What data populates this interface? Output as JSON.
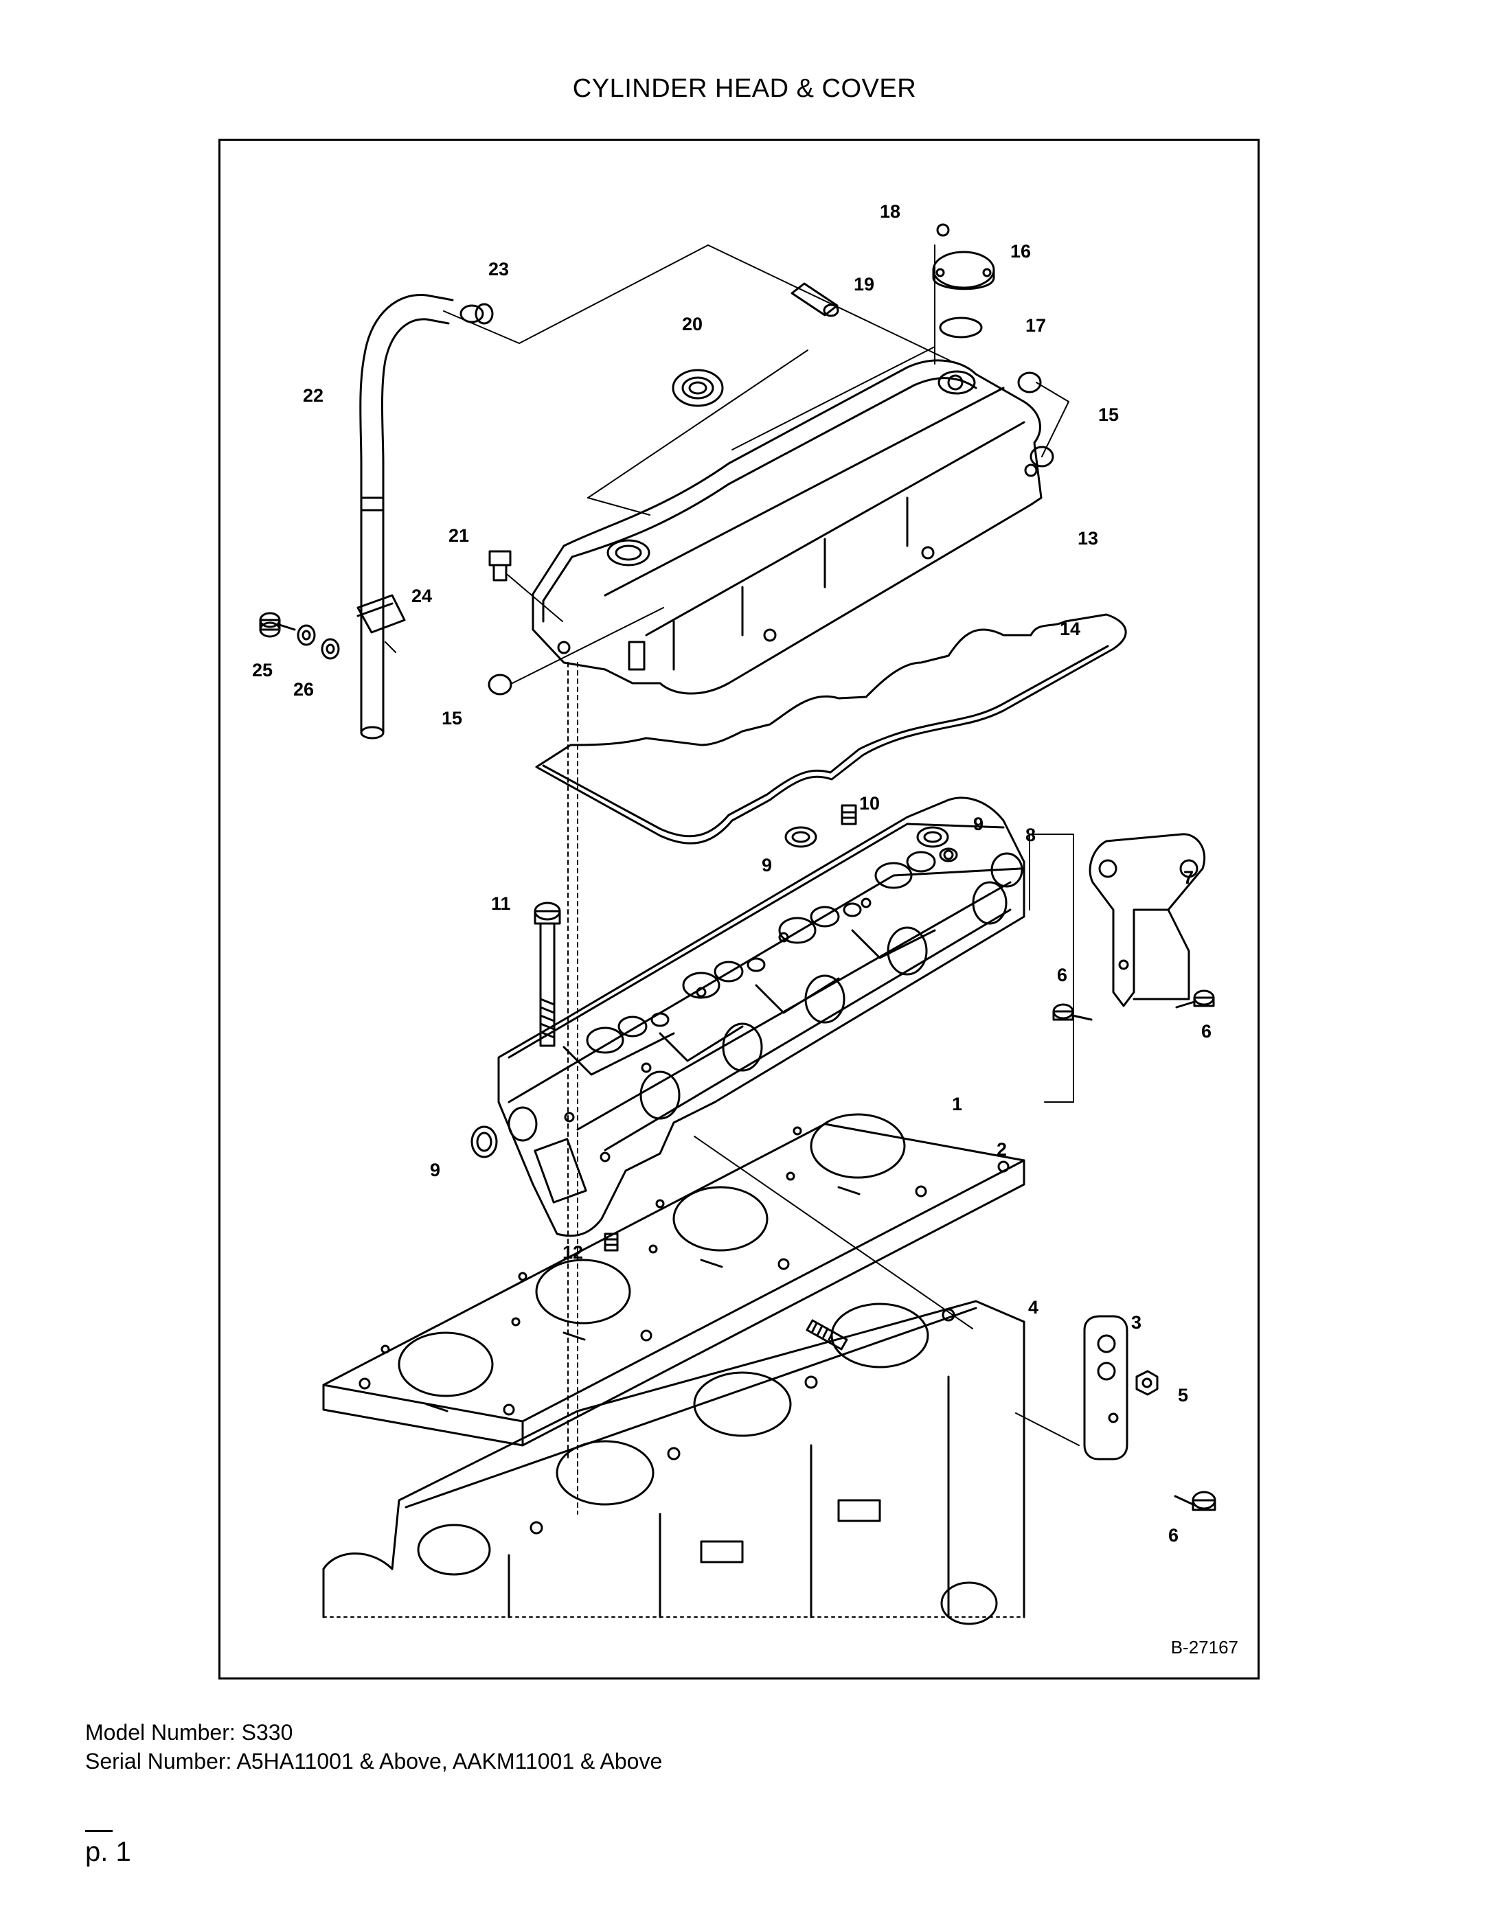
{
  "title": "CYLINDER HEAD & COVER",
  "diagram": {
    "drawing_number": "B-27167",
    "callouts": [
      {
        "id": "c1",
        "label": "1"
      },
      {
        "id": "c2",
        "label": "2"
      },
      {
        "id": "c3",
        "label": "3"
      },
      {
        "id": "c4",
        "label": "4"
      },
      {
        "id": "c5",
        "label": "5"
      },
      {
        "id": "c6a",
        "label": "6"
      },
      {
        "id": "c6b",
        "label": "6"
      },
      {
        "id": "c6c",
        "label": "6"
      },
      {
        "id": "c7",
        "label": "7"
      },
      {
        "id": "c8",
        "label": "8"
      },
      {
        "id": "c9a",
        "label": "9"
      },
      {
        "id": "c9b",
        "label": "9"
      },
      {
        "id": "c9c",
        "label": "9"
      },
      {
        "id": "c10",
        "label": "10"
      },
      {
        "id": "c11",
        "label": "11"
      },
      {
        "id": "c12",
        "label": "12"
      },
      {
        "id": "c13",
        "label": "13"
      },
      {
        "id": "c14",
        "label": "14"
      },
      {
        "id": "c15a",
        "label": "15"
      },
      {
        "id": "c15b",
        "label": "15"
      },
      {
        "id": "c16",
        "label": "16"
      },
      {
        "id": "c17",
        "label": "17"
      },
      {
        "id": "c18",
        "label": "18"
      },
      {
        "id": "c19",
        "label": "19"
      },
      {
        "id": "c20",
        "label": "20"
      },
      {
        "id": "c21",
        "label": "21"
      },
      {
        "id": "c22",
        "label": "22"
      },
      {
        "id": "c23",
        "label": "23"
      },
      {
        "id": "c24",
        "label": "24"
      },
      {
        "id": "c25",
        "label": "25"
      },
      {
        "id": "c26",
        "label": "26"
      }
    ]
  },
  "footer": {
    "model": "Model Number: S330",
    "serial": "Serial Number: A5HA11001 & Above, AAKM11001 & Above",
    "page": "p. 1"
  }
}
